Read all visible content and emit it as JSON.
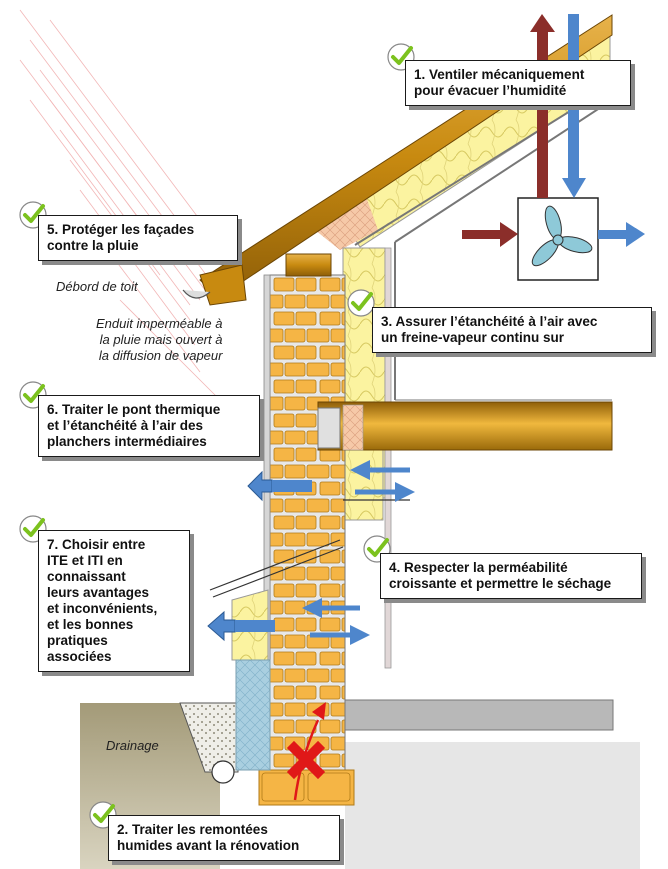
{
  "callouts": {
    "c1": {
      "lines": [
        "1. Ventiler mécaniquement",
        "pour évacuer l’humidité"
      ]
    },
    "c2": {
      "lines": [
        "2. Traiter les remontées",
        "humides avant la rénovation"
      ]
    },
    "c3": {
      "lines": [
        "3. Assurer l’étanchéité à l’air avec",
        "un freine-vapeur continu sur"
      ]
    },
    "c4": {
      "lines": [
        "4. Respecter la perméabilité",
        "croissante et permettre le séchage"
      ]
    },
    "c5": {
      "lines": [
        "5. Protéger les façades",
        "contre la pluie"
      ]
    },
    "c6": {
      "lines": [
        "6. Traiter le pont thermique",
        "et l’étanchéité à l’air des",
        "planchers intermédiaires"
      ]
    },
    "c7": {
      "lines": [
        "7. Choisir entre",
        "ITE et ITI en",
        "connaissant",
        "leurs avantages",
        "et inconvénients,",
        "et les bonnes",
        "pratiques",
        "associées"
      ]
    }
  },
  "labels": {
    "debord": "Débord de toit",
    "enduit": [
      "Enduit imperméable à",
      "la pluie mais ouvert à",
      "la diffusion de vapeur"
    ],
    "drainage": "Drainage"
  },
  "icons": {
    "checkmark": "check-icon",
    "fan": "fan-icon",
    "blocked": "cross-icon"
  },
  "colors": {
    "brick": "#f5b545",
    "insulation": "#fbf3a0",
    "wood": "#c88a10",
    "arrow_blue": "#4e86cc",
    "arrow_red": "#8b2e2a",
    "check_green": "#7cc21e",
    "cross_red": "#e01818",
    "ground": "#b5ad8e"
  }
}
